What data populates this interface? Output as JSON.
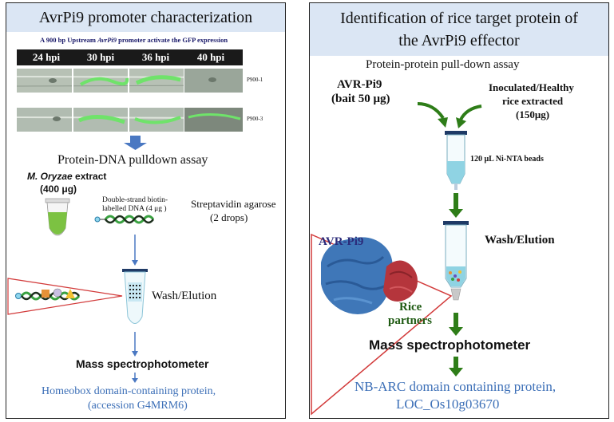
{
  "left_panel": {
    "title": "AvrPi9 promoter characterization",
    "subtitle_prefix": "A 900 bp Upstream ",
    "subtitle_gene": "AvrPi9",
    "subtitle_suffix": " promoter activate the GFP expression",
    "timepoints": [
      "24 hpi",
      "30 hpi",
      "36 hpi",
      "40 hpi"
    ],
    "row_labels": [
      "P900-1",
      "P900-3"
    ],
    "assay_title": "Protein-DNA pulldown assay",
    "extract_name": "M. Oryzae",
    "extract_suffix": " extract",
    "extract_amount": "(400 μg)",
    "dna_label_line1": "Double-strand biotin-",
    "dna_label_line2": "labelled DNA  (4 μg )",
    "strep_line1": "Streptavidin agarose",
    "strep_line2": "(2 drops)",
    "wash_label": "Wash/Elution",
    "mass_label": "Mass spectrophotometer",
    "result_line1": "Homeobox domain-containing protein,",
    "result_line2": "(accession G4MRM6)"
  },
  "right_panel": {
    "title_line1": "Identification of rice target protein of",
    "title_line2": "the AvrPi9 effector",
    "assay_title": "Protein-protein  pull-down assay",
    "bait_line1": "AVR-Pi9",
    "bait_line2": "(bait 50 μg)",
    "rice_line1": "Inoculated/Healthy",
    "rice_line2": "rice extracted",
    "rice_line3": "(150μg)",
    "beads_label": "120 μL Ni-NTA beads",
    "wash_label": "Wash/Elution",
    "protein_label": "AVR-Pi9",
    "partners_line1": "Rice",
    "partners_line2": "partners",
    "mass_label": "Mass spectrophotometer",
    "result_line1": "NB-ARC domain containing protein,",
    "result_line2": "LOC_Os10g03670"
  },
  "colors": {
    "title_bg": "#dbe6f4",
    "arrow_blue": "#4a78c2",
    "arrow_green": "#2e7d18",
    "result_blue": "#3c6fb7",
    "triangle_red": "#d23a3a",
    "gfp_green": "#6fe36a"
  }
}
